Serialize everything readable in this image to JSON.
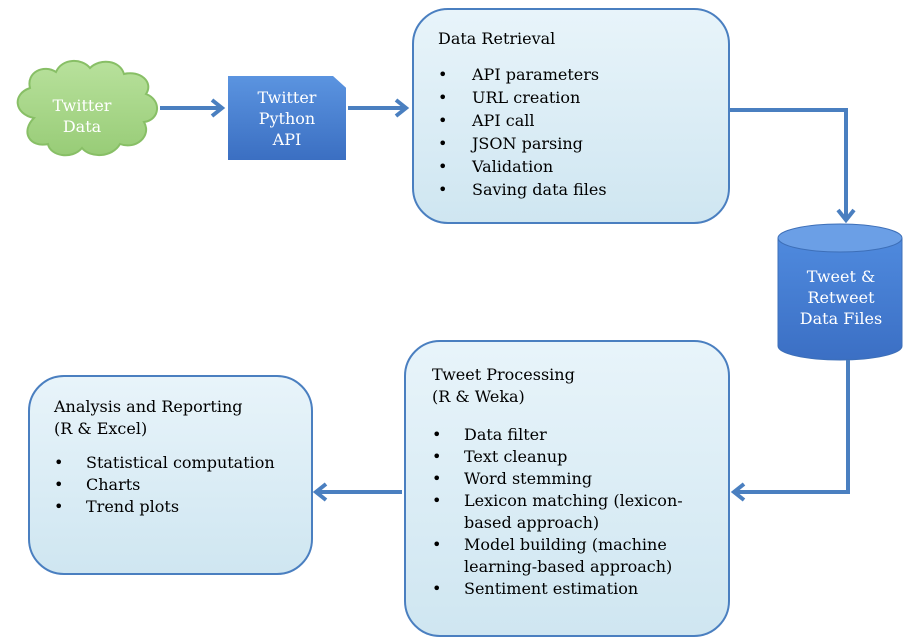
{
  "source": {
    "label": "Twitter\nData"
  },
  "api": {
    "label": "Twitter\nPython\nAPI"
  },
  "data_retrieval": {
    "title": "Data Retrieval",
    "items": [
      "API parameters",
      "URL creation",
      "API call",
      "JSON parsing",
      "Validation",
      "Saving data files"
    ]
  },
  "data_store": {
    "label": "Tweet &\nRetweet\nData Files"
  },
  "tweet_processing": {
    "title": "Tweet Processing\n(R & Weka)",
    "items": [
      "Data filter",
      "Text cleanup",
      "Word stemming",
      "Lexicon matching (lexicon-\nbased approach)",
      "Model building (machine\nlearning-based approach)",
      "Sentiment estimation"
    ]
  },
  "analysis": {
    "title": "Analysis and Reporting\n(R & Excel)",
    "items": [
      "Statistical computation",
      "Charts",
      "Trend plots"
    ]
  },
  "colors": {
    "cloud_fill": "#a9d98a",
    "cloud_stroke": "#8cc36b",
    "api_fill": "#4a82d4",
    "box_fill": "#d9edf6",
    "box_stroke": "#4a7fc0",
    "arrow": "#4a7fc0",
    "database_fill": "#4a82d4"
  }
}
